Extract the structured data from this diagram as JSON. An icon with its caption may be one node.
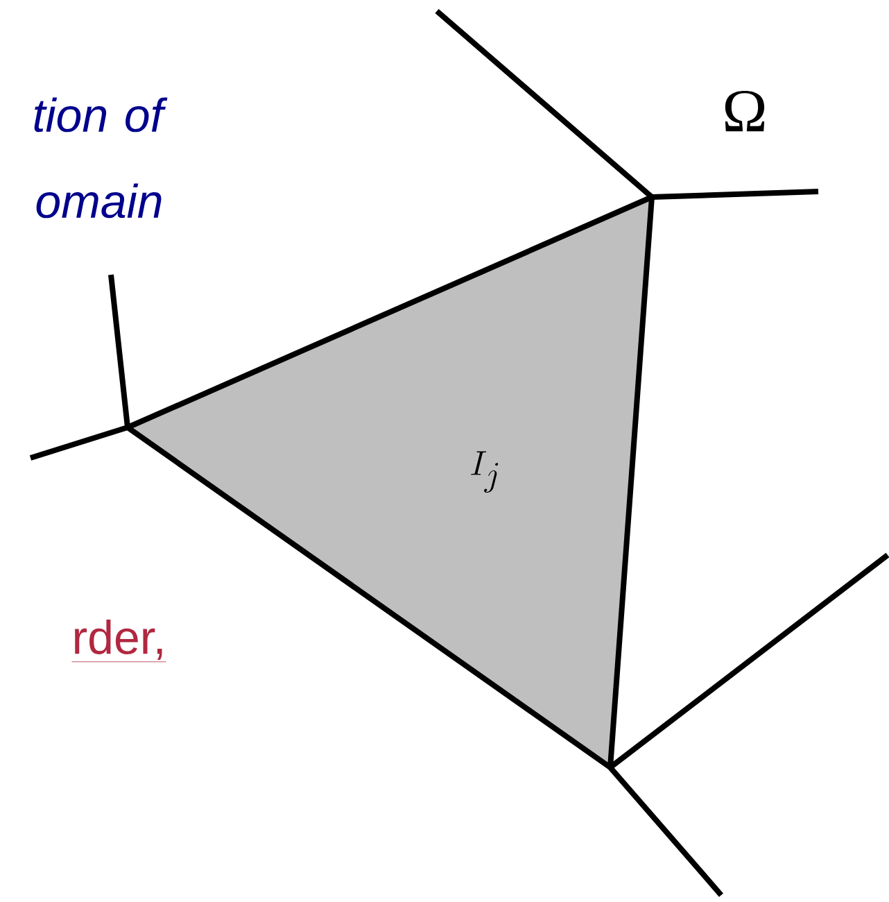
{
  "diagram": {
    "nodes": [
      {
        "text": [
          "I_j"
        ]
      }
    ],
    "labels": [
      "tion of omain",
      "rder,",
      "Ω"
    ]
  }
}
